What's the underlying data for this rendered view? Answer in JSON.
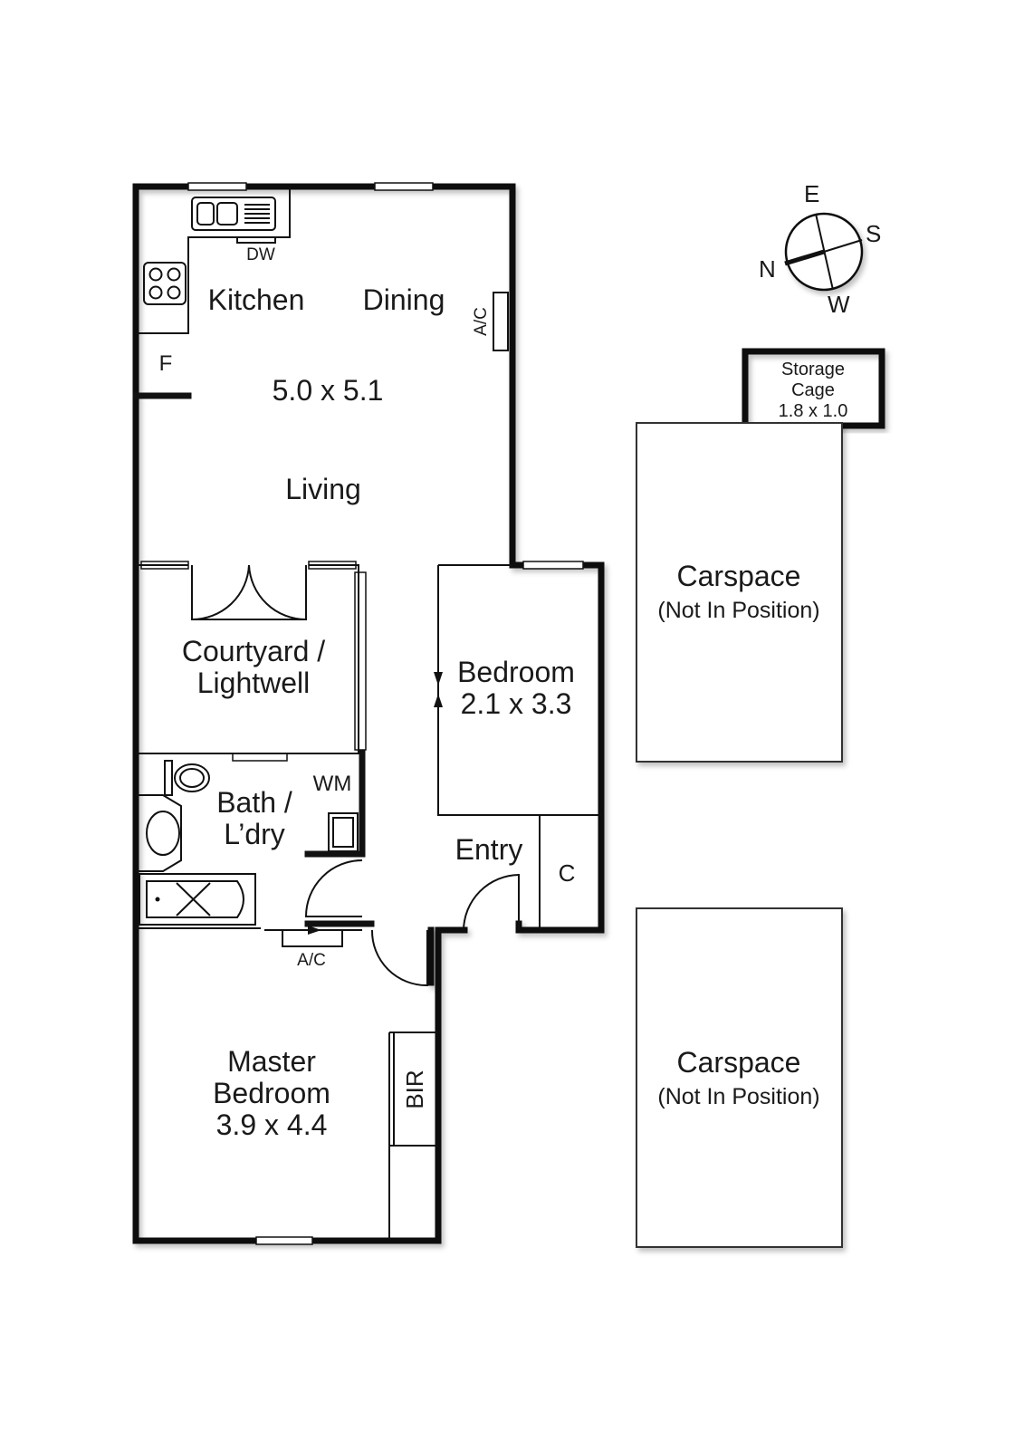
{
  "compass": {
    "n": "N",
    "e": "E",
    "s": "S",
    "w": "W"
  },
  "rooms": {
    "kitchen": "Kitchen",
    "dining": "Dining",
    "living_dims": "5.0 x 5.1",
    "living": "Living",
    "courtyard_line1": "Courtyard /",
    "courtyard_line2": "Lightwell",
    "bedroom": "Bedroom",
    "bedroom_dims": "2.1 x 3.3",
    "bath_line1": "Bath /",
    "bath_line2": "L’dry",
    "entry": "Entry",
    "master_line1": "Master",
    "master_line2": "Bedroom",
    "master_dims": "3.9 x 4.4"
  },
  "fixtures": {
    "dw": "DW",
    "fridge": "F",
    "ac_living": "A/C",
    "wm": "WM",
    "ac_hall": "A/C",
    "closet": "C",
    "bir": "BIR"
  },
  "storage": {
    "line1": "Storage",
    "line2": "Cage",
    "dims": "1.8 x 1.0"
  },
  "carspaces": [
    {
      "title": "Carspace",
      "note": "(Not In Position)"
    },
    {
      "title": "Carspace",
      "note": "(Not In Position)"
    }
  ]
}
